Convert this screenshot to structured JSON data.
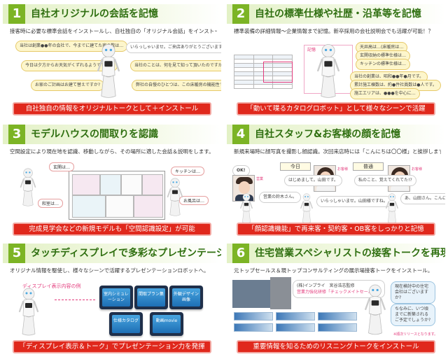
{
  "sections": [
    {
      "number": "1",
      "title": "自社オリジナルの会話を記憶",
      "description": "接客時に必要な標準会話をインストールし、自社独自の「オリジナル会話」をインストールできます。",
      "bubbles": [
        "当社は創業●●年の会社で、今までに建てた家の数は…",
        "いらっしゃいませ。ご来店ありがとうございます。",
        "今日は夕方からお天気がくずれるようですね。",
        "当社のことは、何を見て知って頂いたのですか?",
        "お家のご計画はお建て替えですか?",
        "弊社の自慢のひとつは、この床暖房の機能性です。"
      ],
      "banner": "自社独自の情報をオリジナルトークとして＋インストール"
    },
    {
      "number": "2",
      "title": "自社の標準仕様や社歴・沿革等を記憶",
      "description": "標準装備の詳細情報～企業情報まで記憶。新卒採用の会社説明会でも活躍が可能！？",
      "table_header": "記憶",
      "bubbles": [
        "天井高は…(床暖房は…",
        "玄関収納の標準仕様は…",
        "キッチンの標準仕様は…",
        "当社の創業は、昭和●●年●月です。",
        "累計施工棟数は、約●件社員数は●人です。",
        "施工エリアは、●●●を中心に…"
      ],
      "banner": "「動いて喋るカタログロボット」として様々なシーンで活躍"
    },
    {
      "number": "3",
      "title": "モデルハウスの間取りを認識",
      "description": "空間設定により現在地を認識、移動しながら、その場所に適した会話＆説明をします。",
      "labels": [
        "玄関は…",
        "キッチンは…",
        "和室は…",
        "お風呂は…"
      ],
      "banner": "完成見学会などの新規モデルも「空間認識設定」が可能"
    },
    {
      "number": "4",
      "title": "自社スタッフ&お客様の顔を記憶",
      "description": "新規来場時に顔写真を撮影し顔認識。次回来店時には「こんにちは〇〇様」と挨拶します。",
      "ok_label": "OK!",
      "days": [
        "今日",
        "普通"
      ],
      "bubbles": [
        "はじめまして。山田です。",
        "私のこと、覚えてくれてた!?",
        "営業の鈴木さん。",
        "いらっしゃいませ。山田様ですね。",
        "あ、山田さん。こんにちは。"
      ],
      "tags": [
        "お客様",
        "お客様",
        "営業"
      ],
      "banner": "「顔認識機能」で再来客・契約客・OB客をしっかりと記憶"
    },
    {
      "number": "5",
      "title": "タッチディスプレイで多彩なプレゼンテーション",
      "description": "オリジナル情報を駆使し、様々なシーンで活躍するプレゼンテーションロボットへ。",
      "display_label": "ディスプレイ表示内容の例",
      "tiles": [
        "室内シミュレーション",
        "間取プラン集",
        "外観デザイン画像",
        "仕様カタログ",
        "動画movie"
      ],
      "banner": "「ディスプレイ表示＆トーク」でプレゼンテーション力を発揮"
    },
    {
      "number": "6",
      "title": "住宅営業スペシャリストの接客トークを再現",
      "description": "元トップセールス＆現トップコンサルティングの展示場接客トークをインストール。",
      "caption_line1": "(株)インプライ　宮谷浩志監修",
      "caption_line2": "営業力強化研修「チェックメイトセールス」",
      "bubbles": [
        "現在検討中の住宅会社はございますか?",
        "ちなみに、いつ頃までに新築されるご予定でしょうか?"
      ],
      "footnote": "※順次リリースとなります。",
      "banner": "重要情報を知るためのリスニングトークをインストール"
    }
  ],
  "colors": {
    "accent_green": "#7cb425",
    "banner_red": "#e0281c",
    "title_green": "#2f6f10"
  }
}
